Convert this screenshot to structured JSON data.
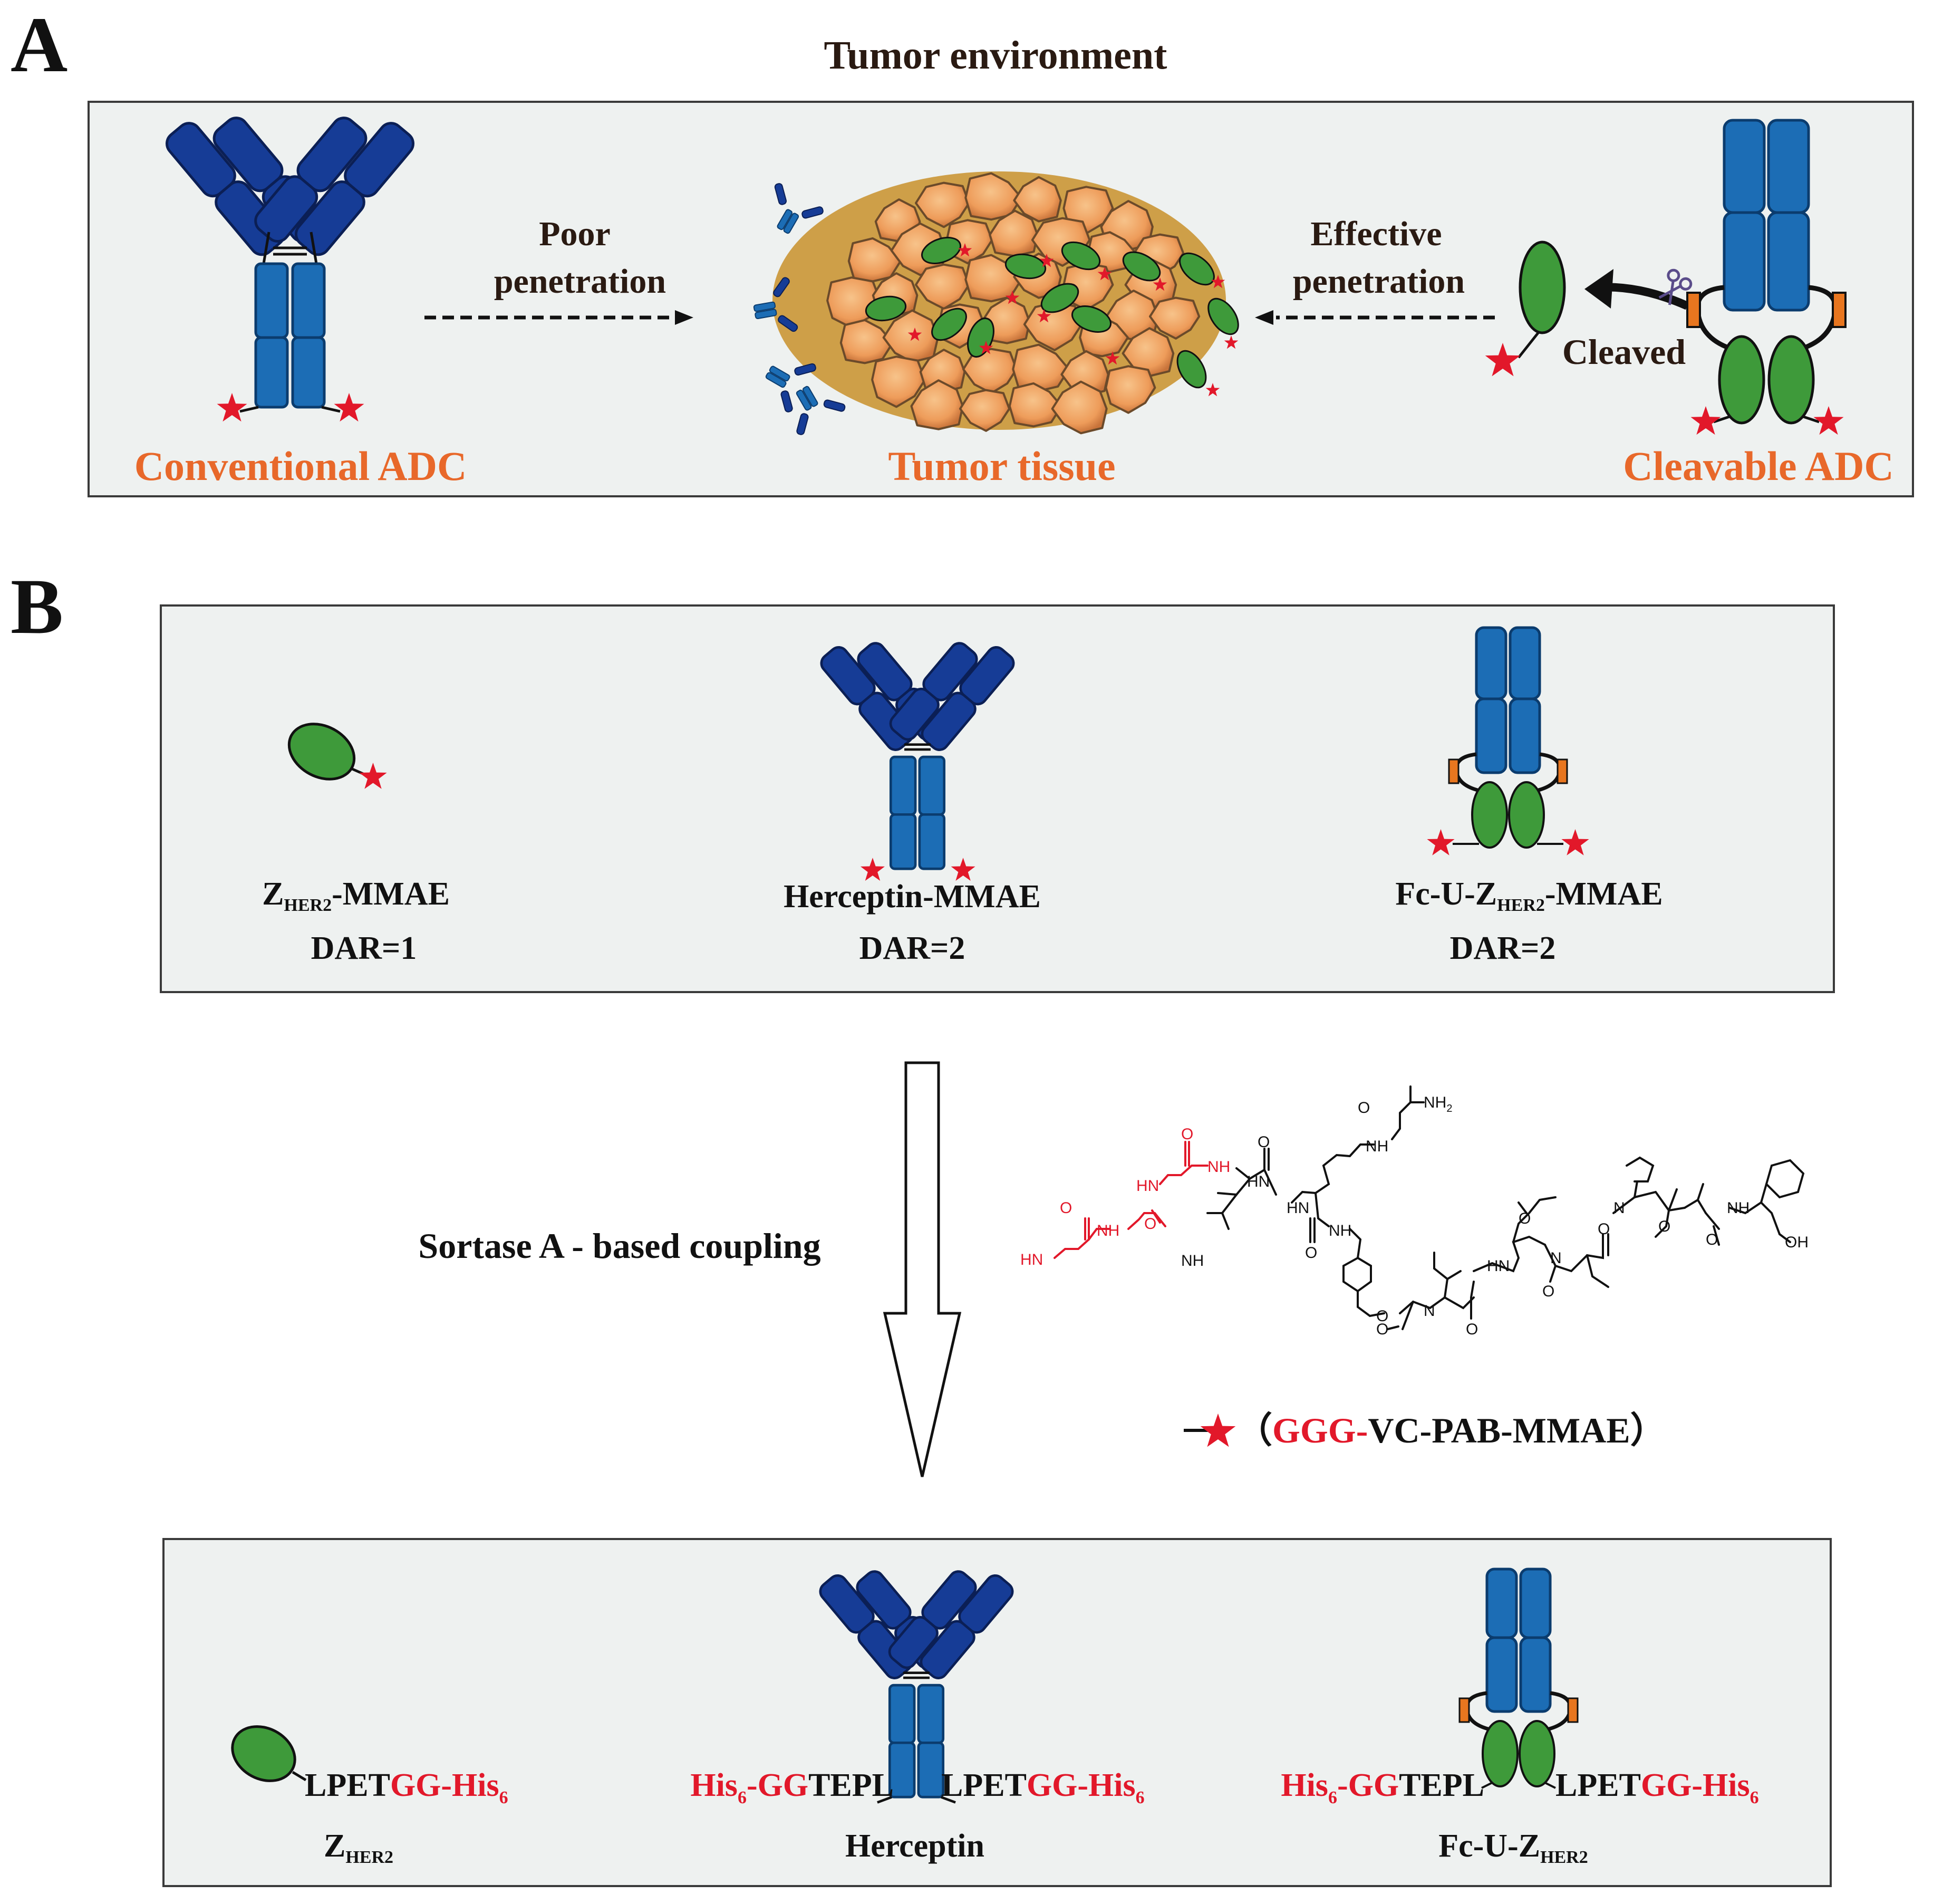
{
  "panel_a": {
    "letter": "A",
    "title": "Tumor environment",
    "left_label": "Conventional ADC",
    "center_label": "Tumor tissue",
    "right_label": "Cleavable ADC",
    "poor_line1": "Poor",
    "poor_line2": "penetration",
    "eff_line1": "Effective",
    "eff_line2": "penetration",
    "cleaved": "Cleaved"
  },
  "panel_b": {
    "letter": "B",
    "top": {
      "z_name": "Z",
      "z_sub": "HER2",
      "z_suffix": "-MMAE",
      "z_dar": "DAR=1",
      "herc_name": "Herceptin-MMAE",
      "herc_dar": "DAR=2",
      "fc_prefix": "Fc-U-Z",
      "fc_sub": "HER2",
      "fc_suffix": "-MMAE",
      "fc_dar": "DAR=2"
    },
    "coupling": "Sortase A - based coupling",
    "payload": {
      "paren_open": "（",
      "ggg": "GGG-",
      "rest": "VC-PAB-MMAE",
      "paren_close": "）"
    },
    "molecule_labels": {
      "o": "O",
      "nh": "NH",
      "hn": "HN",
      "nh2": "NH",
      "nh2_sub": "2",
      "n": "N",
      "oh": "OH"
    },
    "bottom": {
      "lpet": "LPET",
      "gghis": "GG-His",
      "his_sub": "6",
      "his": "His",
      "ggdash": "-GG",
      "tepl": "TEPL",
      "z_name": "Z",
      "z_sub": "HER2",
      "herc_name": "Herceptin",
      "fc_prefix": "Fc-U-Z",
      "fc_sub": "HER2"
    }
  },
  "colors": {
    "panel_bg": "#eef1f0",
    "accent_orange": "#e8682a",
    "red": "#e2182a",
    "fab_blue": "#163c96",
    "fc_blue": "#1c6db5",
    "green": "#3e9a3a",
    "linker_orange": "#e8761f",
    "tumor": "#f0a868"
  }
}
